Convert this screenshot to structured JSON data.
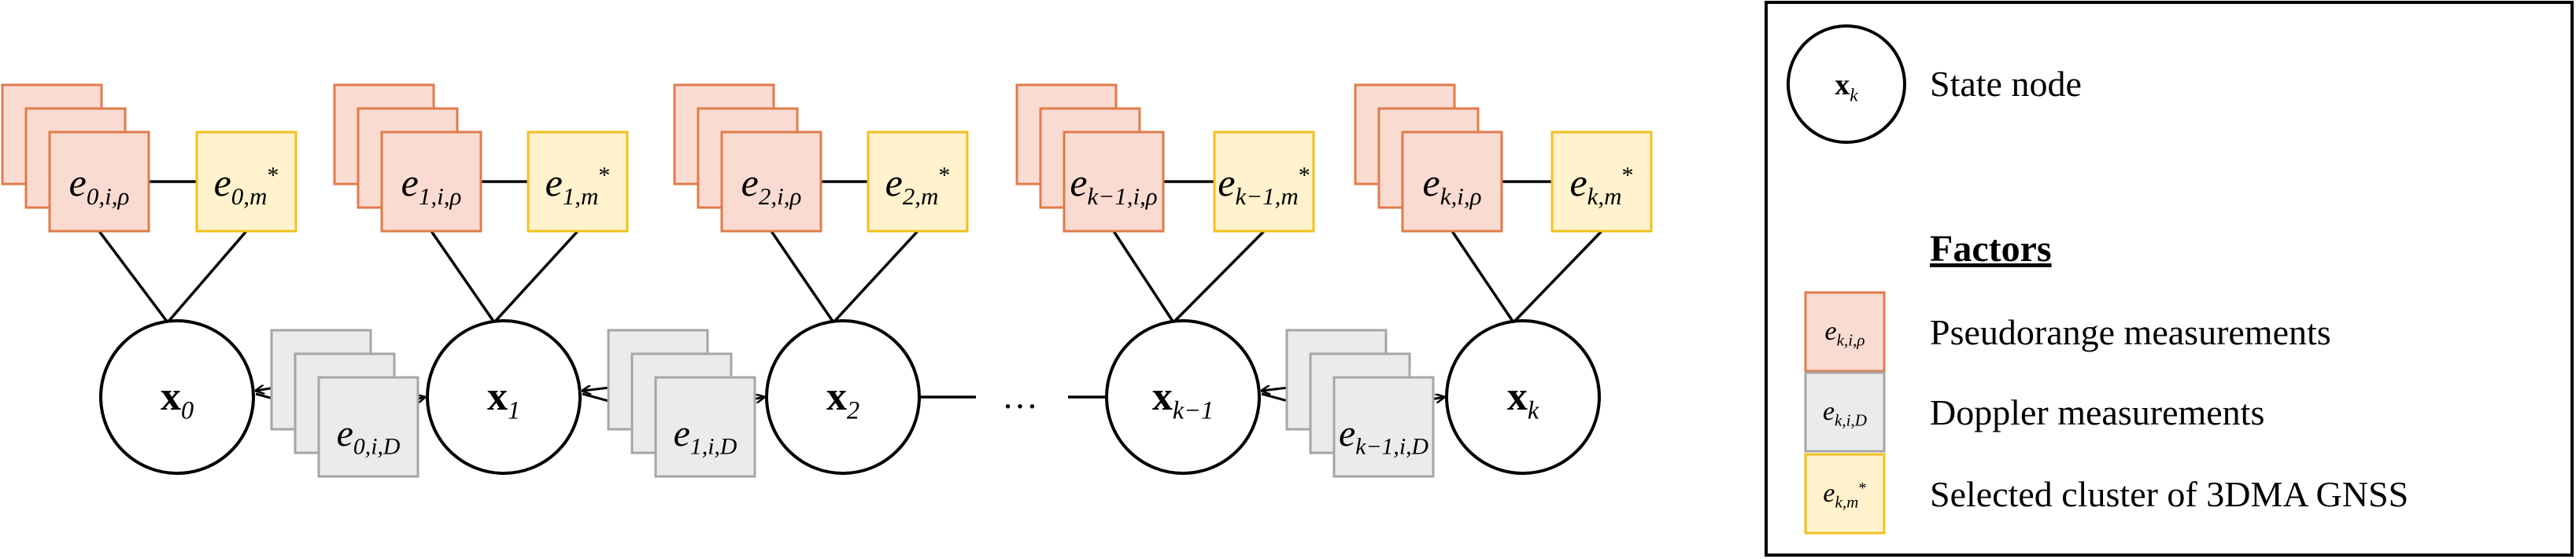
{
  "nodes": [
    {
      "id": "x0",
      "base": "x",
      "sub": "0"
    },
    {
      "id": "x1",
      "base": "x",
      "sub": "1"
    },
    {
      "id": "x2",
      "base": "x",
      "sub": "2"
    },
    {
      "id": "xkm1",
      "base": "x",
      "sub": "k−1"
    },
    {
      "id": "xk",
      "base": "x",
      "sub": "k"
    }
  ],
  "pseudorange_factors": [
    {
      "base": "e",
      "sub": "0,i,ρ"
    },
    {
      "base": "e",
      "sub": "1,i,ρ"
    },
    {
      "base": "e",
      "sub": "2,i,ρ"
    },
    {
      "base": "e",
      "sub": "k−1,i,ρ"
    },
    {
      "base": "e",
      "sub": "k,i,ρ"
    }
  ],
  "cluster_factors": [
    {
      "base": "e",
      "sub": "0,m",
      "sup": "*"
    },
    {
      "base": "e",
      "sub": "1,m",
      "sup": "*"
    },
    {
      "base": "e",
      "sub": "2,m",
      "sup": "*"
    },
    {
      "base": "e",
      "sub": "k−1,m",
      "sup": "*"
    },
    {
      "base": "e",
      "sub": "k,m",
      "sup": "*"
    }
  ],
  "doppler_factors": [
    {
      "base": "e",
      "sub": "0,i,D"
    },
    {
      "base": "e",
      "sub": "1,i,D"
    },
    {
      "base": "e",
      "sub": "k−1,i,D"
    }
  ],
  "ellipsis": "…",
  "legend": {
    "state_node": {
      "symbol_base": "x",
      "symbol_sub": "k",
      "label": "State node"
    },
    "heading": "Factors",
    "items": [
      {
        "kind": "pseudorange",
        "symbol_base": "e",
        "symbol_sub": "k,i,ρ",
        "label": "Pseudorange  measurements"
      },
      {
        "kind": "doppler",
        "symbol_base": "e",
        "symbol_sub": "k,i,D",
        "label": "Doppler measurements"
      },
      {
        "kind": "cluster",
        "symbol_base": "e",
        "symbol_sub": "k,m",
        "symbol_sup": "*",
        "label": "Selected cluster of 3DMA GNSS"
      }
    ]
  },
  "colors": {
    "pseudorange_fill": "#fadbd2",
    "pseudorange_stroke": "#e07b4a",
    "cluster_fill": "#fff2cc",
    "cluster_stroke": "#f2c01e",
    "doppler_fill": "#ebebeb",
    "doppler_stroke": "#a6a6a6",
    "line": "#000000"
  }
}
